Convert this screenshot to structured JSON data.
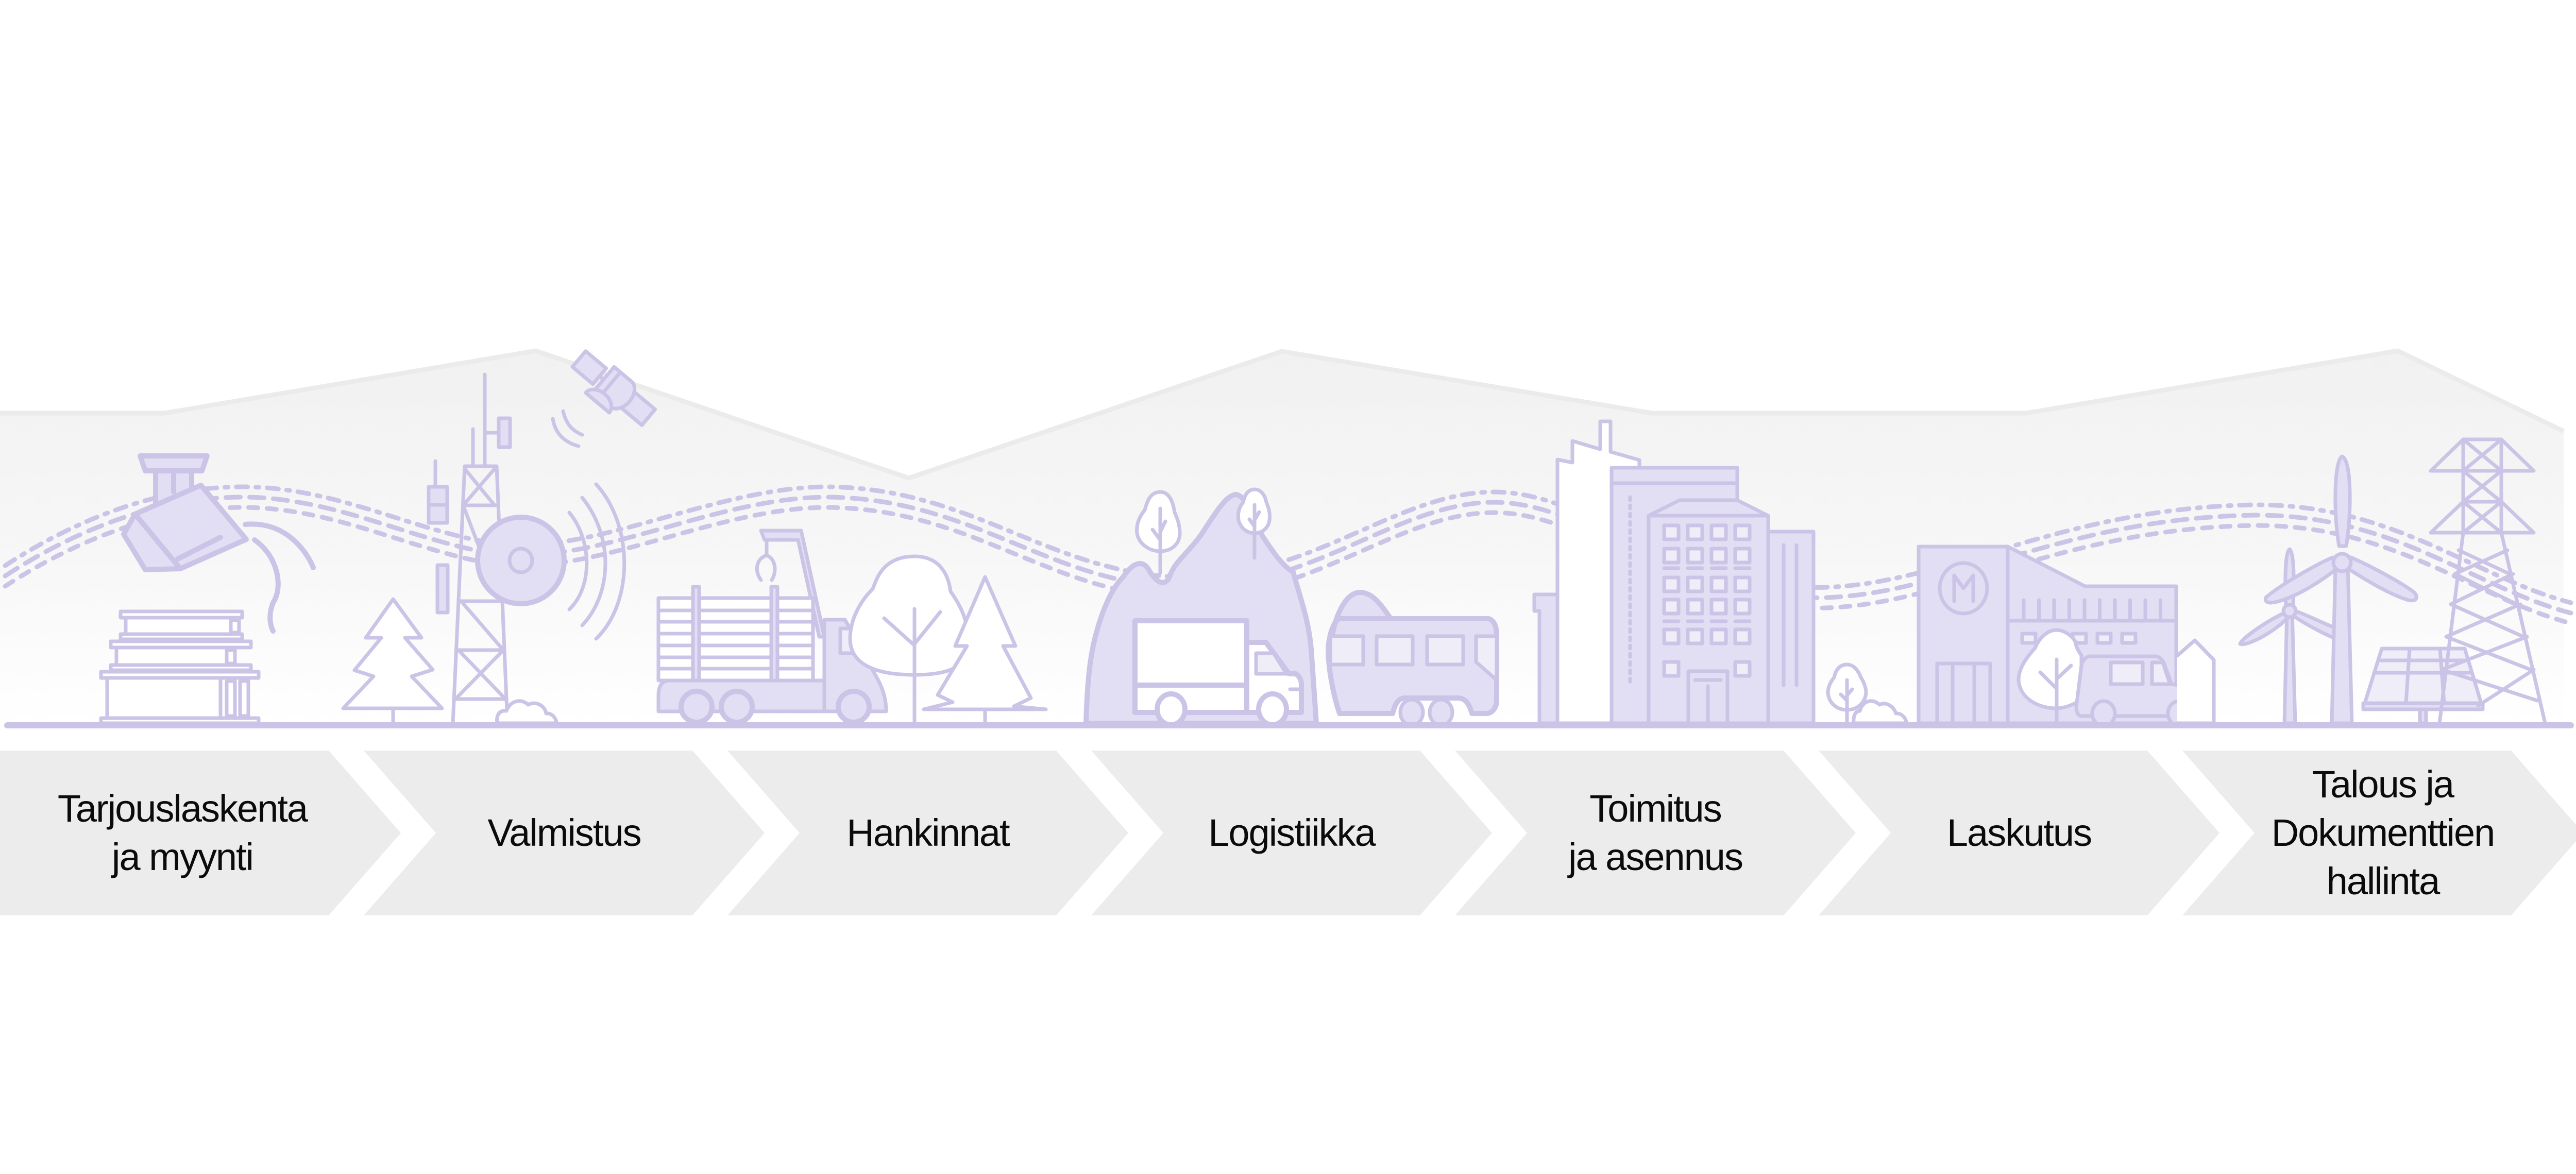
{
  "diagram": {
    "type": "process-flow",
    "colors": {
      "illustration_stroke": "#cbc4e6",
      "illustration_fill": "#e2def3",
      "chevron_fill": "#ececec",
      "background": "#ffffff",
      "text": "#0b0b0b"
    },
    "steps": [
      {
        "id": "tarjouslaskenta",
        "label": "Tarjouslaskenta\nja myynti",
        "illustration": [
          "surveillance-camera-icon",
          "steel-beams-icon"
        ]
      },
      {
        "id": "valmistus",
        "label": "Valmistus",
        "illustration": [
          "pine-tree-icon",
          "telecom-tower-icon",
          "satellite-dish-icon",
          "satellite-icon",
          "bush-icon"
        ]
      },
      {
        "id": "hankinnat",
        "label": "Hankinnat",
        "illustration": [
          "timber-truck-icon",
          "deciduous-tree-icon",
          "pine-tree-icon"
        ]
      },
      {
        "id": "logistiikka",
        "label": "Logistiikka",
        "illustration": [
          "rock-hill-icon",
          "delivery-truck-icon",
          "train-icon",
          "tree-icon"
        ]
      },
      {
        "id": "toimitus",
        "label": "Toimitus\nja asennus",
        "illustration": [
          "skyscraper-icon",
          "office-building-icon",
          "tree-icon",
          "bush-icon"
        ]
      },
      {
        "id": "laskutus",
        "label": "Laskutus",
        "illustration": [
          "factory-building-icon",
          "van-icon",
          "tree-icon",
          "house-icon"
        ]
      },
      {
        "id": "talous",
        "label": "Talous ja\nDokumenttien\nhallinta",
        "illustration": [
          "wind-turbine-icon",
          "solar-panel-icon",
          "power-pylon-icon"
        ]
      }
    ]
  }
}
